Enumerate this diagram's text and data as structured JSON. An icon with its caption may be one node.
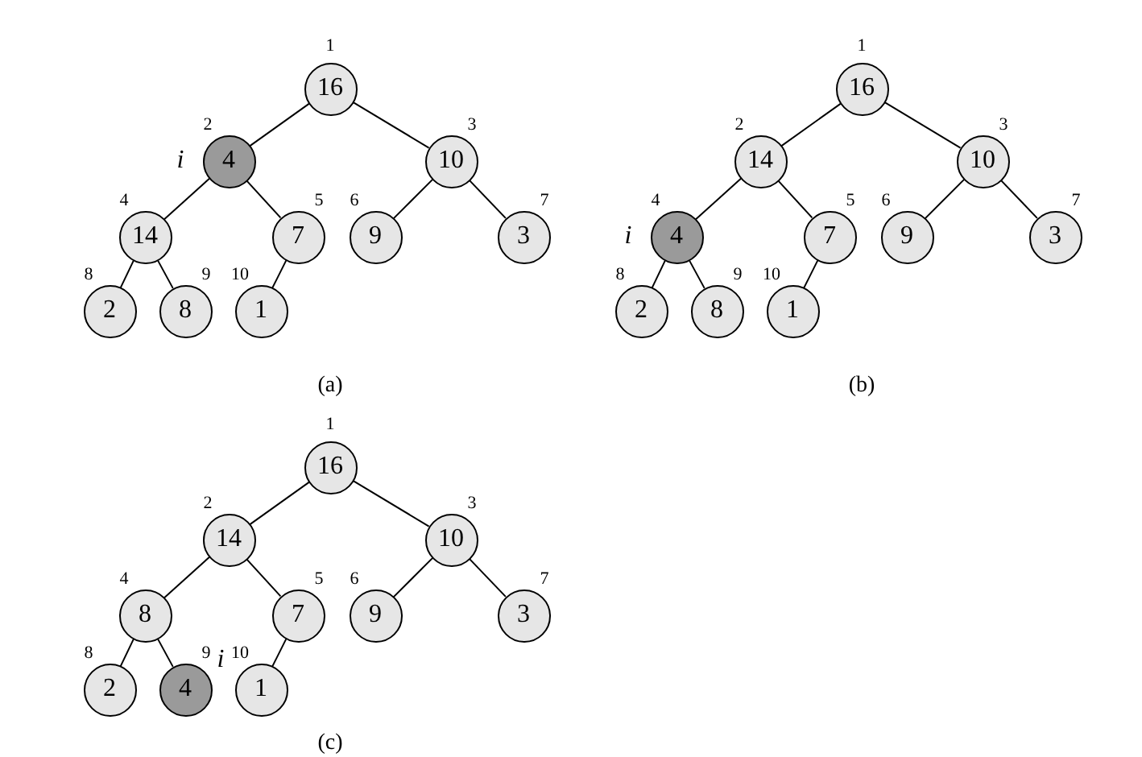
{
  "diagram": {
    "nodes": [
      {
        "text": [
          "16"
        ],
        "beside": [
          "1"
        ]
      },
      {
        "text": [
          "4"
        ],
        "beside": [
          "2",
          "i"
        ]
      },
      {
        "text": [
          "10"
        ],
        "beside": [
          "3"
        ]
      },
      {
        "text": [
          "14"
        ],
        "beside": [
          "4"
        ]
      },
      {
        "text": [
          "7"
        ],
        "beside": [
          "5"
        ]
      },
      {
        "text": [
          "9"
        ],
        "beside": [
          "6"
        ]
      },
      {
        "text": [
          "3"
        ],
        "beside": [
          "7"
        ]
      },
      {
        "text": [
          "2"
        ],
        "beside": [
          "8"
        ]
      },
      {
        "text": [
          "8"
        ],
        "beside": [
          "9"
        ]
      },
      {
        "text": [
          "1"
        ],
        "beside": [
          "10"
        ]
      },
      {
        "text": [
          "16"
        ],
        "beside": [
          "1"
        ]
      },
      {
        "text": [
          "14"
        ],
        "beside": [
          "2"
        ]
      },
      {
        "text": [
          "10"
        ],
        "beside": [
          "3"
        ]
      },
      {
        "text": [
          "4"
        ],
        "beside": [
          "4",
          "i"
        ]
      },
      {
        "text": [
          "7"
        ],
        "beside": [
          "5"
        ]
      },
      {
        "text": [
          "9"
        ],
        "beside": [
          "6"
        ]
      },
      {
        "text": [
          "3"
        ],
        "beside": [
          "7"
        ]
      },
      {
        "text": [
          "2"
        ],
        "beside": [
          "8"
        ]
      },
      {
        "text": [
          "8"
        ],
        "beside": [
          "9"
        ]
      },
      {
        "text": [
          "1"
        ],
        "beside": [
          "10"
        ]
      },
      {
        "text": [
          "16"
        ],
        "beside": [
          "1"
        ]
      },
      {
        "text": [
          "14"
        ],
        "beside": [
          "2"
        ]
      },
      {
        "text": [
          "10"
        ],
        "beside": [
          "3"
        ]
      },
      {
        "text": [
          "8"
        ],
        "beside": [
          "4"
        ]
      },
      {
        "text": [
          "7"
        ],
        "beside": [
          "5"
        ]
      },
      {
        "text": [
          "9"
        ],
        "beside": [
          "6"
        ]
      },
      {
        "text": [
          "3"
        ],
        "beside": [
          "7"
        ]
      },
      {
        "text": [
          "2"
        ],
        "beside": [
          "8"
        ]
      },
      {
        "text": [
          "4"
        ],
        "beside": [
          "9",
          "i"
        ]
      },
      {
        "text": [
          "1"
        ],
        "beside": [
          "10"
        ]
      }
    ],
    "edges": [
      {
        "from": 0,
        "to": 1,
        "arrow": "none"
      },
      {
        "from": 0,
        "to": 2,
        "arrow": "none"
      },
      {
        "from": 1,
        "to": 3,
        "arrow": "none"
      },
      {
        "from": 1,
        "to": 4,
        "arrow": "none"
      },
      {
        "from": 2,
        "to": 5,
        "arrow": "none"
      },
      {
        "from": 2,
        "to": 6,
        "arrow": "none"
      },
      {
        "from": 3,
        "to": 7,
        "arrow": "none"
      },
      {
        "from": 3,
        "to": 8,
        "arrow": "none"
      },
      {
        "from": 4,
        "to": 9,
        "arrow": "none"
      },
      {
        "from": 10,
        "to": 11,
        "arrow": "none"
      },
      {
        "from": 10,
        "to": 12,
        "arrow": "none"
      },
      {
        "from": 11,
        "to": 13,
        "arrow": "none"
      },
      {
        "from": 11,
        "to": 14,
        "arrow": "none"
      },
      {
        "from": 12,
        "to": 15,
        "arrow": "none"
      },
      {
        "from": 12,
        "to": 16,
        "arrow": "none"
      },
      {
        "from": 13,
        "to": 17,
        "arrow": "none"
      },
      {
        "from": 13,
        "to": 18,
        "arrow": "none"
      },
      {
        "from": 14,
        "to": 19,
        "arrow": "none"
      },
      {
        "from": 20,
        "to": 21,
        "arrow": "none"
      },
      {
        "from": 20,
        "to": 22,
        "arrow": "none"
      },
      {
        "from": 21,
        "to": 23,
        "arrow": "none"
      },
      {
        "from": 21,
        "to": 24,
        "arrow": "none"
      },
      {
        "from": 22,
        "to": 25,
        "arrow": "none"
      },
      {
        "from": 22,
        "to": 26,
        "arrow": "none"
      },
      {
        "from": 23,
        "to": 27,
        "arrow": "none"
      },
      {
        "from": 23,
        "to": 28,
        "arrow": "none"
      },
      {
        "from": 24,
        "to": 29,
        "arrow": "none"
      }
    ],
    "labels": [
      "(a)",
      "(b)",
      "(c)"
    ]
  }
}
